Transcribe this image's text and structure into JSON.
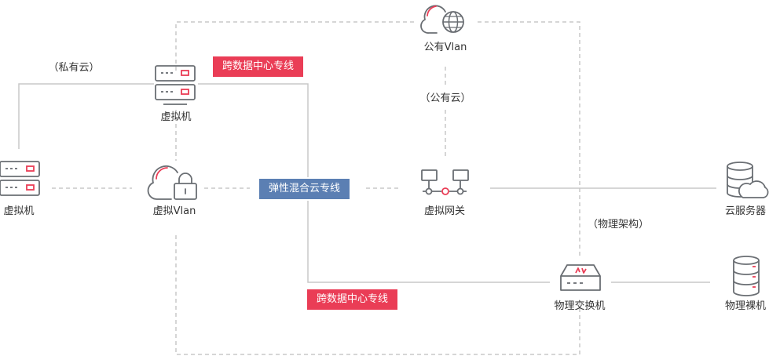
{
  "labels": {
    "private_cloud": "（私有云）",
    "public_cloud": "（公有云）",
    "physical_arch": "（物理架构）",
    "vm_top": "虚拟机",
    "vm_left": "虚拟机",
    "virtual_vlan": "虚拟Vlan",
    "public_vlan": "公有Vlan",
    "virtual_gateway": "虚拟网关",
    "cloud_server": "云服务器",
    "physical_switch": "物理交换机",
    "bare_metal": "物理裸机"
  },
  "tags": {
    "cross_dc_top": "跨数据中心专线",
    "hybrid_cloud": "弹性混合云专线",
    "cross_dc_bottom": "跨数据中心专线"
  },
  "colors": {
    "accent_red": "#ea3d56",
    "accent_blue": "#5b7fb3",
    "icon_gray": "#6a6e73",
    "line_gray": "#c8c8c8"
  }
}
